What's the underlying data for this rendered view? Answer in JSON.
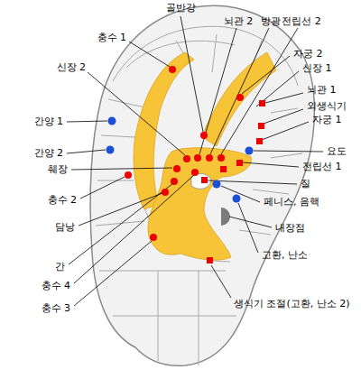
{
  "diagram": {
    "labels": [
      "골반강",
      "뇌관 2",
      "방광",
      "전립선 2",
      "충수 1",
      "자궁 2",
      "신장 2",
      "신장 1",
      "뇌관 1",
      "외생식기",
      "간양 1",
      "자궁 1",
      "간양 2",
      "요도",
      "췌장",
      "전립선 1",
      "충수 2",
      "질",
      "담낭",
      "페니스, 음핵",
      "내장점",
      "간",
      "고환, 난소",
      "충수 4",
      "생식기 조절(고환, 난소 2)",
      "충수 3"
    ]
  }
}
